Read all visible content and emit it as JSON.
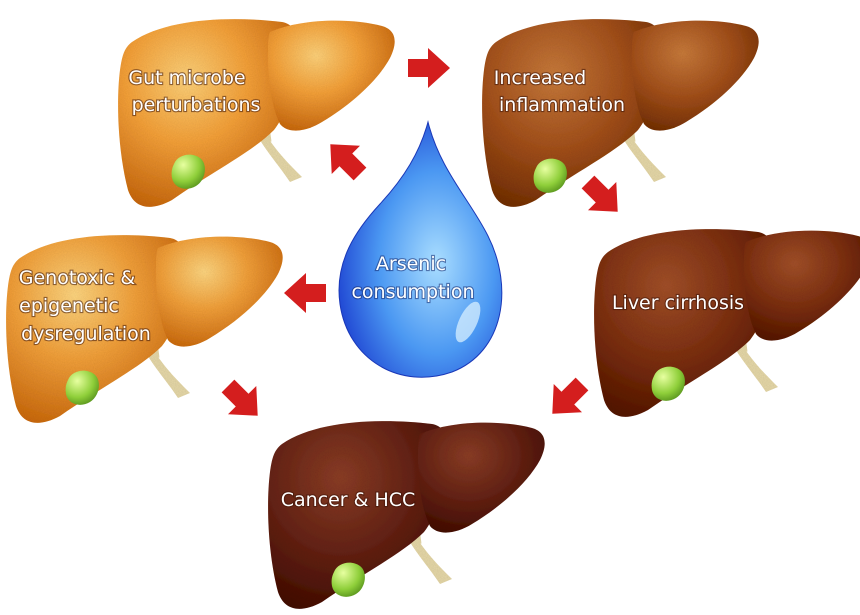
{
  "center": {
    "lines": [
      "Arsenic",
      "consumption"
    ]
  },
  "stages": {
    "gut": {
      "lines": [
        "Gut microbe",
        "perturbations"
      ]
    },
    "inflam": {
      "lines": [
        "Increased",
        "inflammation"
      ]
    },
    "cirrhosis": {
      "lines": [
        "Liver cirrhosis"
      ]
    },
    "genotox": {
      "lines": [
        "Genotoxic &",
        "epigenetic",
        "dysregulation"
      ]
    },
    "cancer": {
      "lines": [
        "Cancer & HCC"
      ]
    }
  },
  "colors": {
    "arrow": "#d41e1e",
    "drop_light": "#a9ddff",
    "drop_mid": "#4b98f2",
    "drop_dark": "#1c3fd0",
    "gallbladder": "#8fcf3a",
    "ligament": "#e6d8a8"
  }
}
